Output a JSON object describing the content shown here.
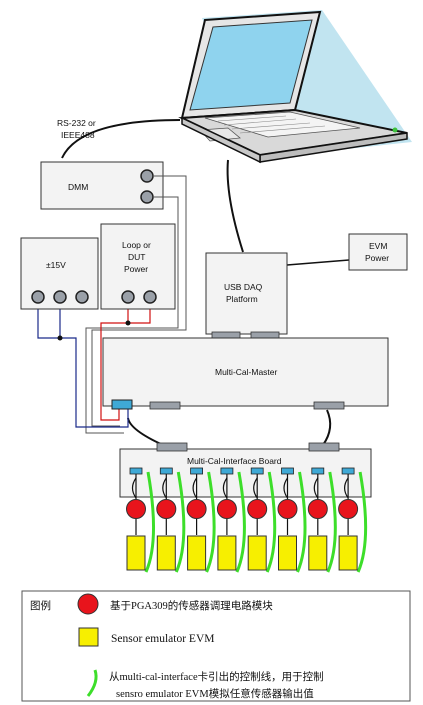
{
  "labels": {
    "rs232": "RS-232 or",
    "ieee": "IEEE488",
    "dmm": "DMM",
    "pm15v": "±15V",
    "loop1": "Loop or",
    "loop2": "DUT",
    "loop3": "Power",
    "evm1": "EVM",
    "evm2": "Power",
    "usb1": "USB DAQ",
    "usb2": "Platform",
    "master": "Multi-Cal-Master",
    "interface": "Multi-Cal-Interface Board"
  },
  "legend": {
    "title": "图例",
    "item1": "基于PGA309的传感器调理电路模块",
    "item2": "Sensor emulator EVM",
    "item3_line1": "从multi-cal-interface卡引出的控制线，用于控制",
    "item3_line2": "sensro emulator EVM模拟任意传感器输出值"
  },
  "colors": {
    "box_fill": "#f3f3f3",
    "box_stroke": "#333333",
    "knob_fill": "#9aa0a8",
    "connector_fill": "#3fa9d6",
    "red_circle": "#e8141c",
    "yellow_rect": "#f7ef00",
    "green_line": "#3dde2a",
    "wire_blue": "#1a2a8a",
    "wire_red": "#d01010",
    "laptop_glow": "#a6d9ea"
  },
  "channel_count": 8
}
